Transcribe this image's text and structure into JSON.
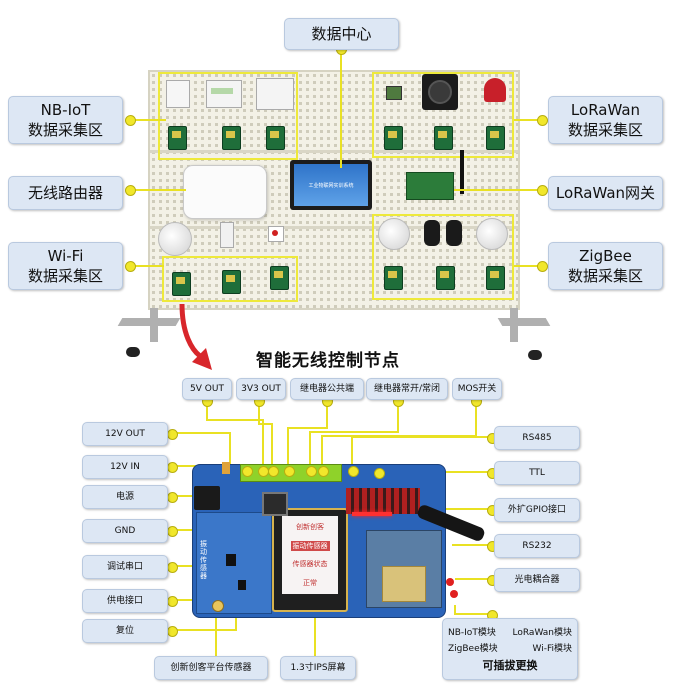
{
  "board_callouts": {
    "data_center": "数据中心",
    "nbiot_zone": [
      "NB-IoT",
      "数据采集区"
    ],
    "wireless_router": "无线路由器",
    "wifi_zone": [
      "Wi-Fi",
      "数据采集区"
    ],
    "lorawan_zone": [
      "LoRaWan",
      "数据采集区"
    ],
    "lorawan_gateway": "LoRaWan网关",
    "zigbee_zone": [
      "ZigBee",
      "数据采集区"
    ]
  },
  "screen_text": "工业物联网实训系统",
  "section_title": "智能无线控制节点",
  "node_callouts": {
    "top": [
      "5V OUT",
      "3V3 OUT",
      "继电器公共端",
      "继电器常开/常闭",
      "MOS开关"
    ],
    "left": [
      "12V OUT",
      "12V IN",
      "电源",
      "GND",
      "调试串口",
      "供电接口",
      "复位"
    ],
    "right": [
      "RS485",
      "TTL",
      "外扩GPIO接口",
      "RS232",
      "光电耦合器"
    ],
    "bottom": [
      "创新创客平台传感器",
      "1.3寸IPS屏幕"
    ],
    "modules": {
      "items": [
        "NB-IoT模块",
        "LoRaWan模块",
        "ZigBee模块",
        "Wi-Fi模块"
      ],
      "caption": "可插拔更换"
    }
  },
  "pcb_labels": {
    "sensor_board": "振动传感器",
    "display_lines": [
      "创新创客",
      "振动传感器",
      "传感器状态",
      "正常"
    ]
  },
  "colors": {
    "callout_bg": "#dde7f4",
    "connector_yellow": "#f1e72b",
    "pcb_blue": "#2a63b8",
    "arrow_red": "#d8262b"
  }
}
